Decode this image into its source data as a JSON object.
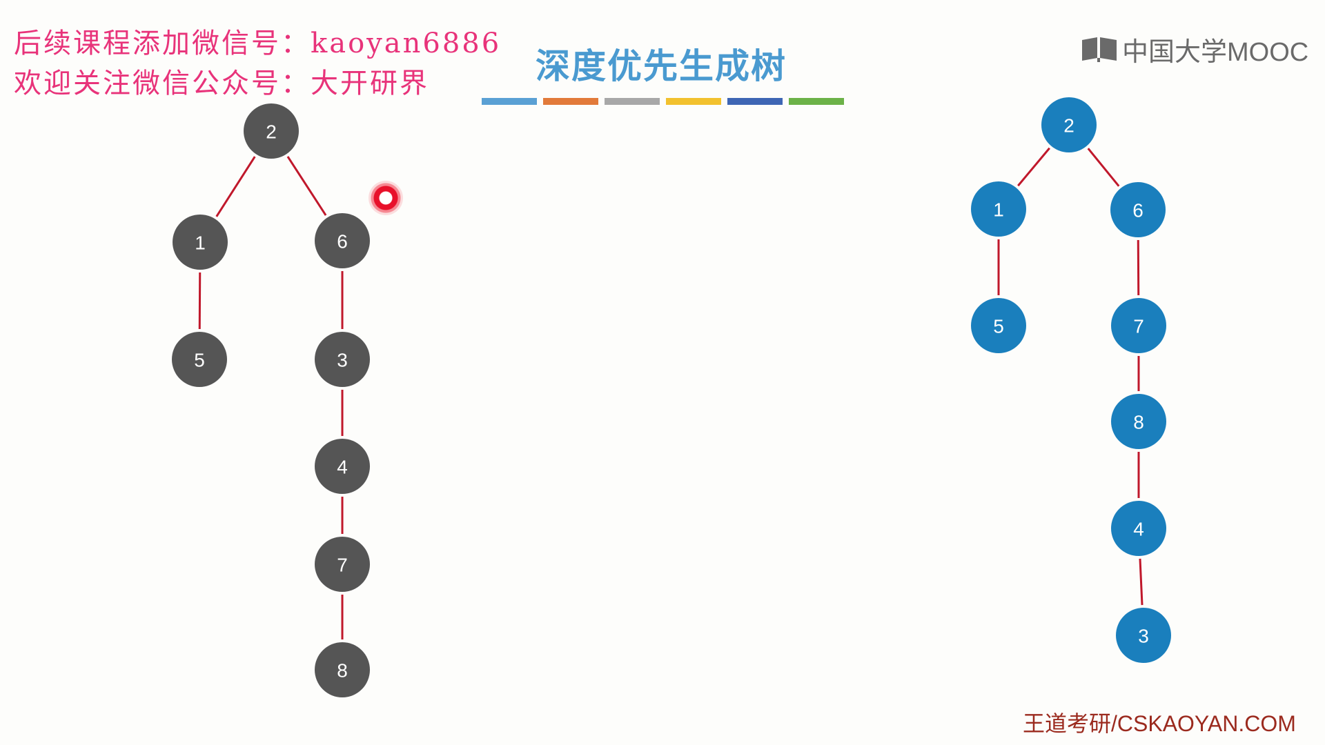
{
  "watermark": {
    "line1": "后续课程添加微信号：kaoyan6886",
    "line2": "欢迎关注微信公众号：大开研界"
  },
  "slide": {
    "title": "深度优先生成树",
    "color_bar": [
      "#5aa0d4",
      "#e27a3a",
      "#a8a8a8",
      "#f2c12e",
      "#3e66b4",
      "#6cb248"
    ]
  },
  "logo": {
    "text": "中国大学MOOC",
    "icon": "book-icon"
  },
  "footer": {
    "text": "王道考研/CSKAOYAN.COM"
  },
  "colors": {
    "gray_node": "#555555",
    "blue_node": "#1a7fbd",
    "edge": "#c0182b"
  },
  "left_tree": {
    "nodes": [
      {
        "id": "n2",
        "label": "2"
      },
      {
        "id": "n1",
        "label": "1"
      },
      {
        "id": "n6",
        "label": "6"
      },
      {
        "id": "n5",
        "label": "5"
      },
      {
        "id": "n3",
        "label": "3"
      },
      {
        "id": "n4",
        "label": "4"
      },
      {
        "id": "n7",
        "label": "7"
      },
      {
        "id": "n8",
        "label": "8"
      }
    ],
    "edges": [
      [
        "2",
        "1"
      ],
      [
        "2",
        "6"
      ],
      [
        "1",
        "5"
      ],
      [
        "6",
        "3"
      ],
      [
        "3",
        "4"
      ],
      [
        "4",
        "7"
      ],
      [
        "7",
        "8"
      ]
    ]
  },
  "right_tree": {
    "nodes": [
      {
        "id": "n2",
        "label": "2"
      },
      {
        "id": "n1",
        "label": "1"
      },
      {
        "id": "n6",
        "label": "6"
      },
      {
        "id": "n5",
        "label": "5"
      },
      {
        "id": "n7",
        "label": "7"
      },
      {
        "id": "n8",
        "label": "8"
      },
      {
        "id": "n4",
        "label": "4"
      },
      {
        "id": "n3",
        "label": "3"
      }
    ],
    "edges": [
      [
        "2",
        "1"
      ],
      [
        "2",
        "6"
      ],
      [
        "1",
        "5"
      ],
      [
        "6",
        "7"
      ],
      [
        "7",
        "8"
      ],
      [
        "8",
        "4"
      ],
      [
        "4",
        "3"
      ]
    ]
  }
}
